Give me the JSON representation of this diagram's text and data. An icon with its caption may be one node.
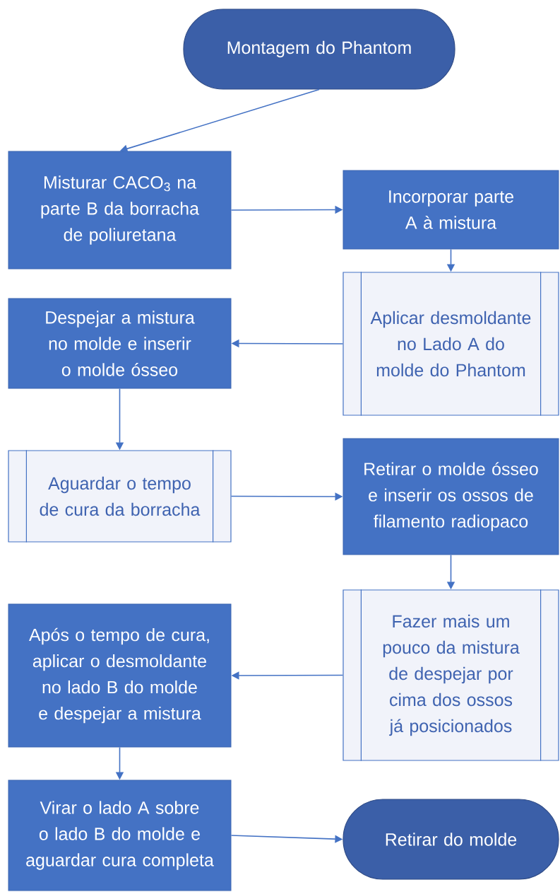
{
  "diagram": {
    "nodes": [
      {
        "text": [
          "Montagem do Phantom"
        ]
      },
      {
        "text": [
          "Misturar CACO$_{3}$ na parte B da borracha de poliuretana"
        ]
      },
      {
        "text": [
          "Incorporar parte A à mistura"
        ]
      },
      {
        "text": [
          "Aplicar desmoldante no Lado A do molde do Phantom"
        ]
      },
      {
        "text": [
          "Despejar a mistura no molde e inserir o molde ósseo"
        ]
      },
      {
        "text": [
          "Aguardar o tempo de cura da borracha"
        ]
      },
      {
        "text": [
          "Retirar o molde ósseo e inserir os ossos de filamento radiopaco"
        ]
      },
      {
        "text": [
          "Fazer mais um pouco da mistura de despejar por cima dos ossos já posicionados"
        ]
      },
      {
        "text": [
          "Após o tempo de cura, aplicar o desmoldante no lado B do molde e despejar a mistura"
        ]
      },
      {
        "text": [
          "Virar o lado A sobre o lado B do molde e aguardar cura completa"
        ]
      },
      {
        "text": [
          "Retirar do molde"
        ]
      }
    ],
    "edges": [
      {
        "from": 0,
        "to": 1,
        "arrow": "to"
      },
      {
        "from": 1,
        "to": 2,
        "arrow": "to"
      },
      {
        "from": 2,
        "to": 3,
        "arrow": "to"
      },
      {
        "from": 3,
        "to": 4,
        "arrow": "to"
      },
      {
        "from": 4,
        "to": 5,
        "arrow": "to"
      },
      {
        "from": 5,
        "to": 6,
        "arrow": "to"
      },
      {
        "from": 6,
        "to": 7,
        "arrow": "to"
      },
      {
        "from": 7,
        "to": 8,
        "arrow": "to"
      },
      {
        "from": 8,
        "to": 9,
        "arrow": "to"
      },
      {
        "from": 9,
        "to": 10,
        "arrow": "to"
      }
    ]
  }
}
